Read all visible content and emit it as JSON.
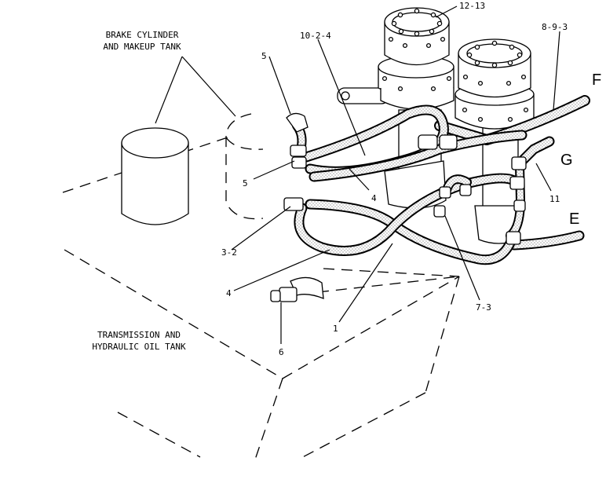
{
  "tanks": {
    "brake_cylinder_line1": "BRAKE CYLINDER",
    "brake_cylinder_line2": "AND MAKEUP TANK",
    "transmission_line1": "TRANSMISSION AND",
    "transmission_line2": "HYDRAULIC OIL TANK"
  },
  "callouts": {
    "c_12_13": "12-13",
    "c_10_2_4": "10-2-4",
    "c_8_9_3": "8-9-3",
    "c_5_top": "5",
    "c_5_mid": "5",
    "c_4_upper": "4",
    "c_3_2": "3-2",
    "c_4_lower": "4",
    "c_11": "11",
    "c_7_3": "7-3",
    "c_1": "1",
    "c_6": "6"
  },
  "hose_ends": {
    "F": "F",
    "G": "G",
    "E": "E"
  }
}
